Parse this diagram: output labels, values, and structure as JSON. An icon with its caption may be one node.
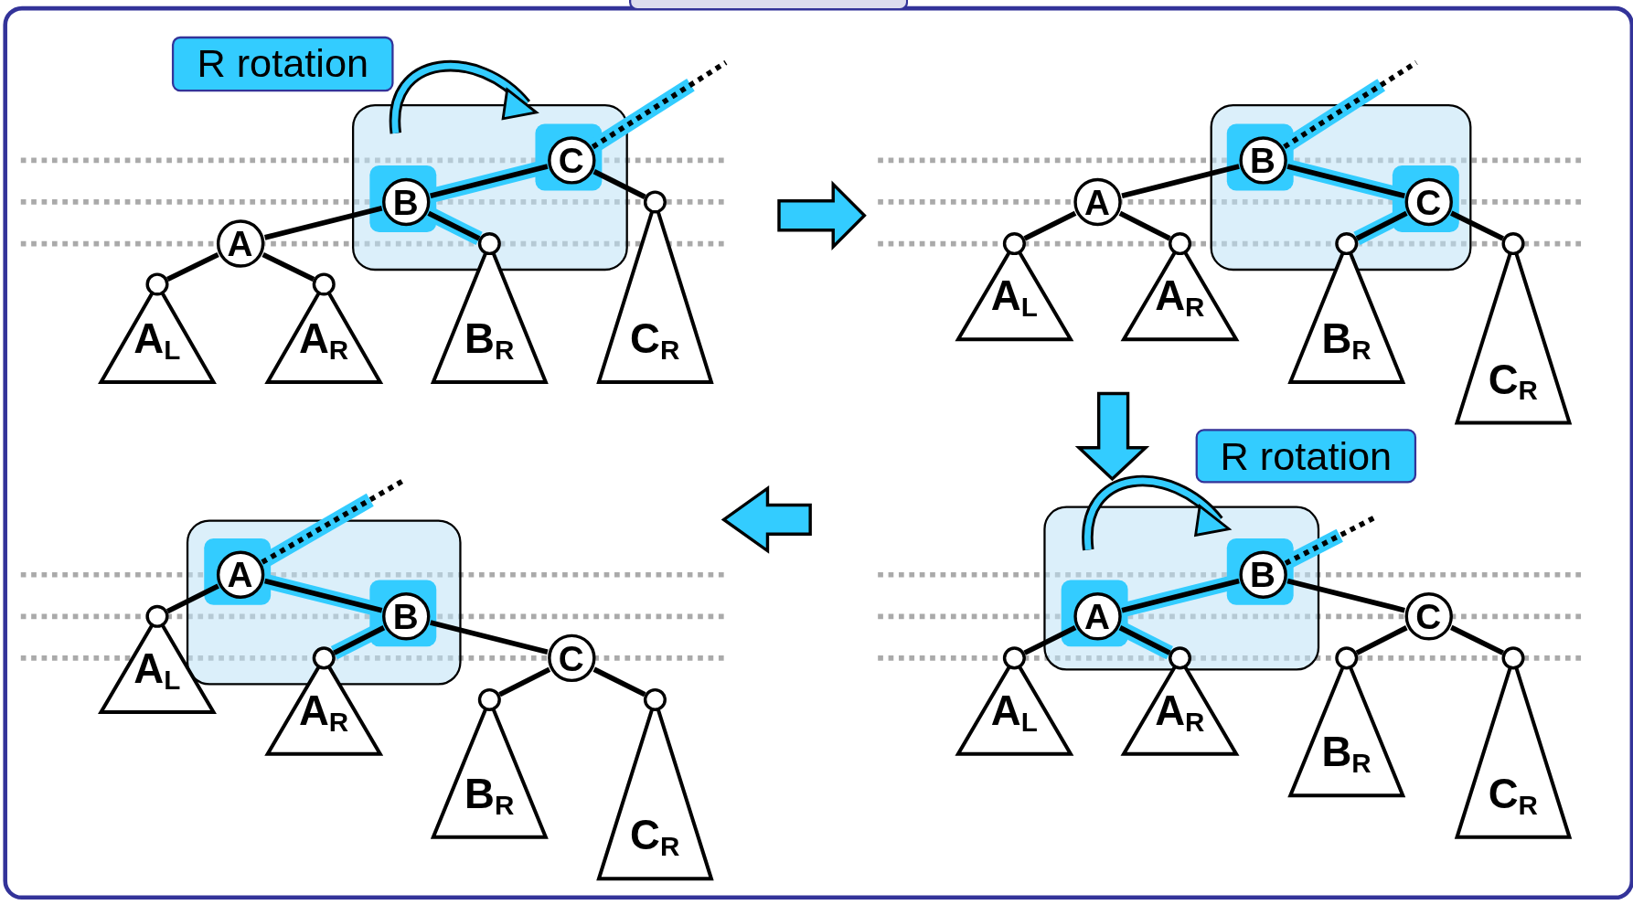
{
  "diagram": {
    "nodes": [
      {
        "text": [
          "R rotation"
        ]
      },
      {
        "text": [
          "C"
        ]
      },
      {
        "text": [
          "B"
        ]
      },
      {
        "text": [
          "A"
        ]
      },
      {
        "text": [
          "A$_{L}$"
        ]
      },
      {
        "text": [
          "A$_{R}$"
        ]
      },
      {
        "text": [
          "B$_{R}$"
        ]
      },
      {
        "text": [
          "C$_{R}$"
        ]
      },
      {
        "text": [
          "B"
        ]
      },
      {
        "text": [
          "A"
        ]
      },
      {
        "text": [
          "C"
        ]
      },
      {
        "text": [
          "A$_{L}$"
        ]
      },
      {
        "text": [
          "A$_{R}$"
        ]
      },
      {
        "text": [
          "B$_{R}$"
        ]
      },
      {
        "text": [
          "C$_{R}$"
        ]
      },
      {
        "text": [
          "R rotation"
        ]
      },
      {
        "text": [
          "B"
        ]
      },
      {
        "text": [
          "A"
        ]
      },
      {
        "text": [
          "C"
        ]
      },
      {
        "text": [
          "A$_{L}$"
        ]
      },
      {
        "text": [
          "A$_{R}$"
        ]
      },
      {
        "text": [
          "B$_{R}$"
        ]
      },
      {
        "text": [
          "C$_{R}$"
        ]
      },
      {
        "text": [
          "A"
        ]
      },
      {
        "text": [
          "B"
        ]
      },
      {
        "text": [
          "C"
        ]
      },
      {
        "text": [
          "A$_{L}$"
        ]
      },
      {
        "text": [
          "A$_{R}$"
        ]
      },
      {
        "text": [
          "B$_{R}$"
        ]
      },
      {
        "text": [
          "C$_{R}$"
        ]
      }
    ],
    "edges": [
      {
        "from": 1,
        "to": null,
        "arrow": "none",
        "style": "dashed"
      },
      {
        "from": 2,
        "to": 1,
        "arrow": "none",
        "style": "thick",
        "color": "#33ccff"
      },
      {
        "from": 3,
        "to": 2,
        "arrow": "none"
      },
      {
        "from": 3,
        "to": 4,
        "arrow": "none"
      },
      {
        "from": 3,
        "to": 5,
        "arrow": "none"
      },
      {
        "from": 2,
        "to": 6,
        "arrow": "none",
        "style": "thick",
        "color": "#33ccff"
      },
      {
        "from": 1,
        "to": 7,
        "arrow": "none"
      },
      {
        "from": 8,
        "to": null,
        "arrow": "none",
        "style": "dashed"
      },
      {
        "from": 9,
        "to": 8,
        "arrow": "none"
      },
      {
        "from": 8,
        "to": 10,
        "arrow": "none",
        "style": "thick",
        "color": "#33ccff"
      },
      {
        "from": 9,
        "to": 11,
        "arrow": "none"
      },
      {
        "from": 9,
        "to": 12,
        "arrow": "none"
      },
      {
        "from": 10,
        "to": 13,
        "arrow": "none",
        "style": "thick",
        "color": "#33ccff"
      },
      {
        "from": 10,
        "to": 14,
        "arrow": "none"
      },
      {
        "from": 16,
        "to": null,
        "arrow": "none",
        "style": "dashed"
      },
      {
        "from": 17,
        "to": 16,
        "arrow": "none",
        "style": "thick",
        "color": "#33ccff"
      },
      {
        "from": 16,
        "to": 18,
        "arrow": "none"
      },
      {
        "from": 17,
        "to": 19,
        "arrow": "none"
      },
      {
        "from": 17,
        "to": 20,
        "arrow": "none",
        "style": "thick",
        "color": "#33ccff"
      },
      {
        "from": 18,
        "to": 21,
        "arrow": "none"
      },
      {
        "from": 18,
        "to": 22,
        "arrow": "none"
      },
      {
        "from": 23,
        "to": null,
        "arrow": "none",
        "style": "dashed"
      },
      {
        "from": 23,
        "to": 26,
        "arrow": "none"
      },
      {
        "from": 23,
        "to": 24,
        "arrow": "none",
        "style": "thick",
        "color": "#33ccff"
      },
      {
        "from": 24,
        "to": 27,
        "arrow": "none",
        "style": "thick",
        "color": "#33ccff"
      },
      {
        "from": 24,
        "to": 25,
        "arrow": "none"
      },
      {
        "from": 25,
        "to": 28,
        "arrow": "none"
      },
      {
        "from": 25,
        "to": 29,
        "arrow": "none"
      }
    ]
  }
}
